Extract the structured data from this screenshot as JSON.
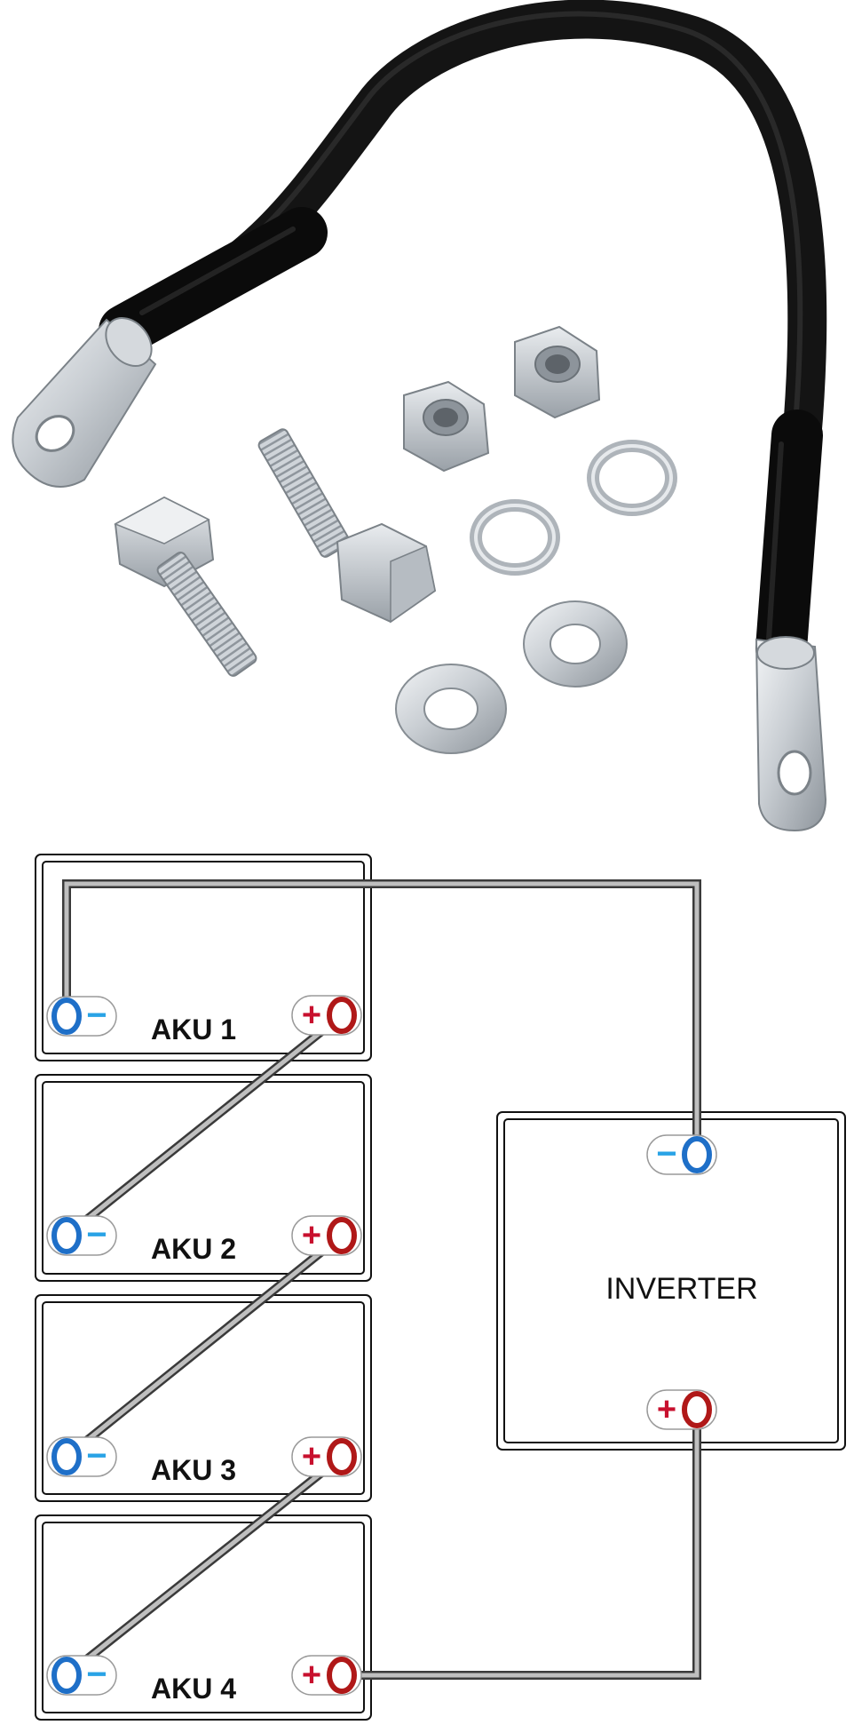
{
  "diagram": {
    "batteries": [
      {
        "label": "AKU 1"
      },
      {
        "label": "AKU 2"
      },
      {
        "label": "AKU 3"
      },
      {
        "label": "AKU 4"
      }
    ],
    "inverter": {
      "label": "INVERTER"
    },
    "terminal_symbols": {
      "negative": "−",
      "positive": "+"
    }
  },
  "colors": {
    "negative_terminal": "#1e6fc8",
    "negative_sign": "#29a3e6",
    "positive_terminal": "#b01818",
    "positive_sign": "#c8102e",
    "wire": "#bfbfbf",
    "wire_outline": "#3a3a3a",
    "cable_jacket": "#141414",
    "metal": "#c8cdd2"
  },
  "illustration": {
    "items": [
      "battery-cable",
      "lug-icon",
      "bolt-icon",
      "nut-icon",
      "spring-washer-icon",
      "flat-washer-icon"
    ]
  }
}
